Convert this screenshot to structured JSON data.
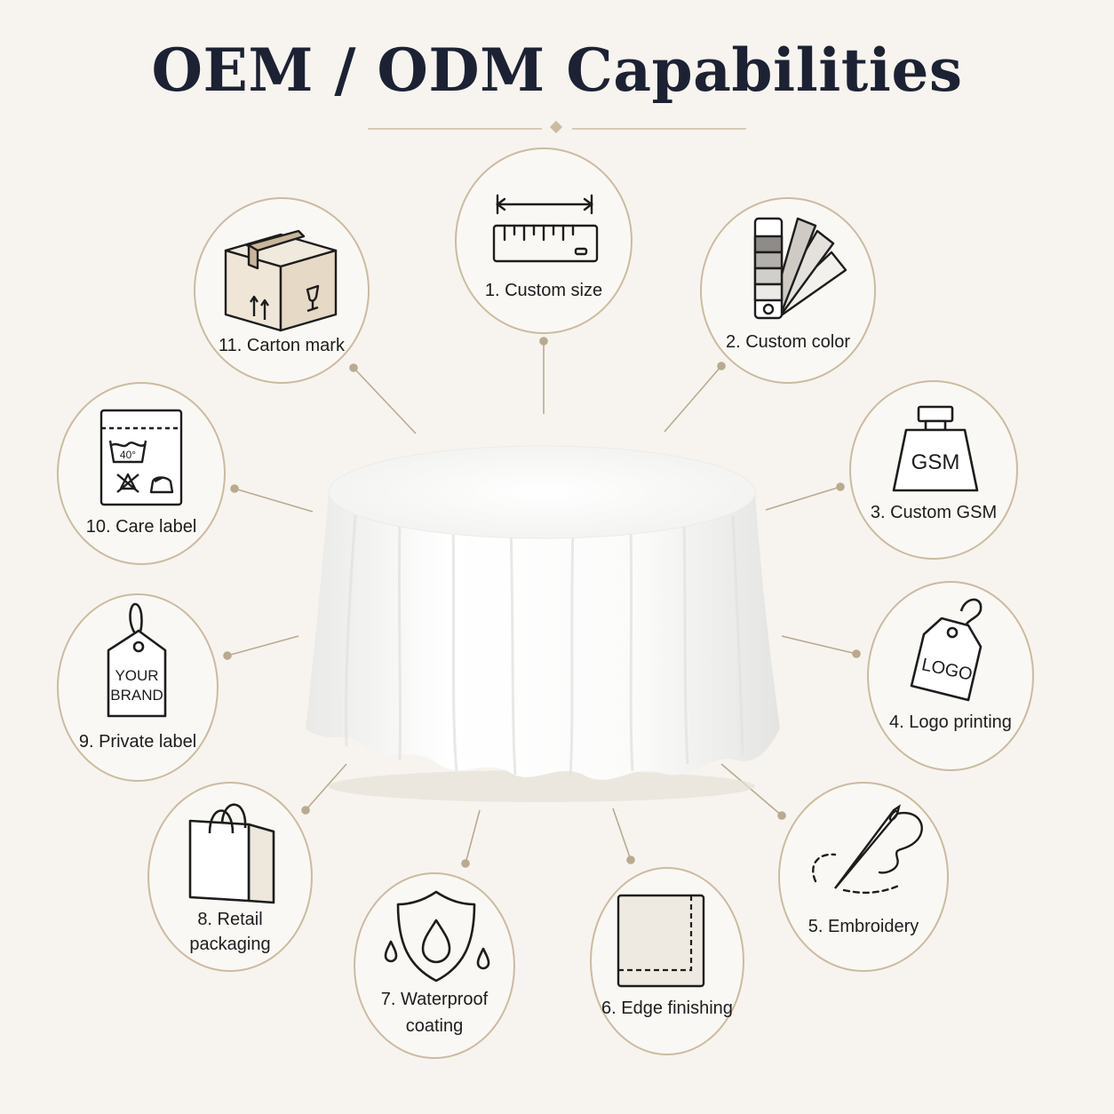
{
  "title": "OEM / ODM Capabilities",
  "capabilities": [
    {
      "label": "1. Custom size"
    },
    {
      "label": "2. Custom color"
    },
    {
      "label": "3. Custom GSM"
    },
    {
      "label": "4. Logo printing"
    },
    {
      "label": "5. Embroidery"
    },
    {
      "label": "6. Edge finishing"
    },
    {
      "label_lines": [
        "7. Waterproof",
        "coating"
      ]
    },
    {
      "label_lines": [
        "8. Retail",
        "packaging"
      ]
    },
    {
      "label": "9. Private label"
    },
    {
      "label": "10. Care label"
    },
    {
      "label": "11. Carton mark"
    }
  ],
  "icon_text": {
    "gsm": "GSM",
    "logo": "LOGO",
    "brand_line1": "YOUR",
    "brand_line2": "BRAND",
    "care_temp": "40°"
  },
  "icons": [
    "ruler-icon",
    "color-swatch-icon",
    "weight-icon",
    "logo-tag-icon",
    "needle-thread-icon",
    "fabric-edge-icon",
    "water-shield-icon",
    "shopping-bag-icon",
    "brand-tag-icon",
    "care-label-icon",
    "carton-box-icon"
  ],
  "colors": {
    "background": "#f7f4ef",
    "title": "#1c2233",
    "ring": "#cbbba1",
    "connector": "#b9aa90",
    "icon_stroke": "#1d1d1d"
  }
}
